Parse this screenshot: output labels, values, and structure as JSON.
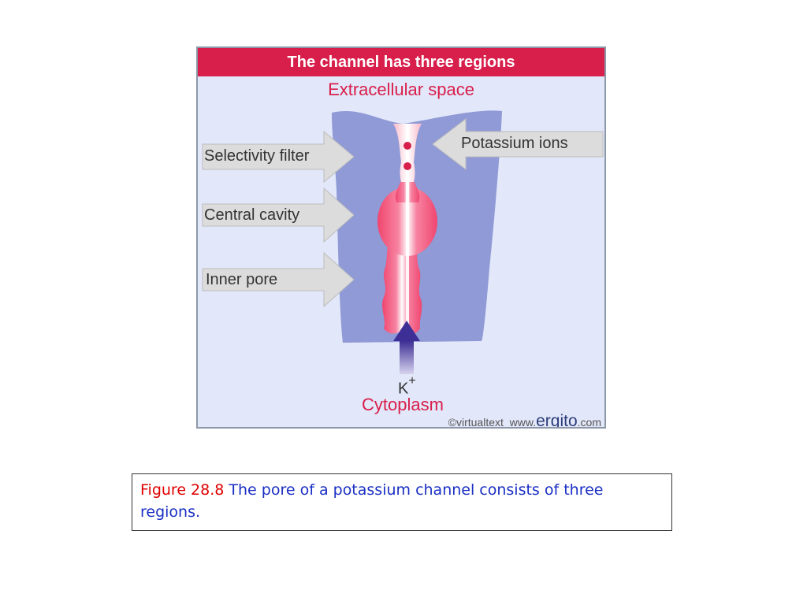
{
  "figure": {
    "title": "The channel has three regions",
    "extracellular_label": "Extracellular space",
    "cytoplasm_label": "Cytoplasm",
    "arrow_labels": {
      "selectivity_filter": "Selectivity filter",
      "central_cavity": "Central cavity",
      "inner_pore": "Inner pore",
      "potassium_ions": "Potassium ions"
    },
    "ion_symbol": "K",
    "ion_charge": "+",
    "credit": {
      "copyright": "©virtualtext",
      "www": "www.",
      "brand": "ergito",
      "tld": ".com"
    },
    "colors": {
      "header": "#d81f4b",
      "background": "#e2e7f9",
      "membrane_protein": "#8f9ad6",
      "pore": "#f0456e",
      "ion": "#d81f4b",
      "arrow": "#dcdcdc",
      "k_arrow": "#4a3a9c"
    }
  },
  "caption": {
    "label": "Figure 28.8",
    "text": "The pore of a potassium channel consists of three regions."
  }
}
